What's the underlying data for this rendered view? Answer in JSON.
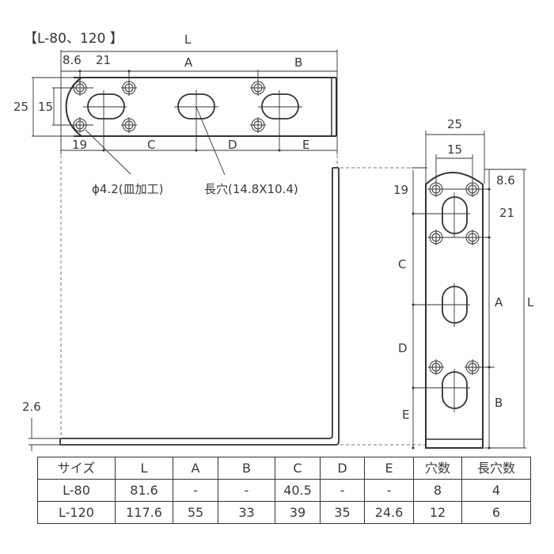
{
  "title": "【L-80、120 】",
  "top_view": {
    "dim_L": "L",
    "dim_8_6": "8.6",
    "dim_21": "21",
    "dim_A": "A",
    "dim_B": "B",
    "dim_25": "25",
    "dim_15": "15",
    "dim_19": "19",
    "dim_C": "C",
    "dim_D": "D",
    "dim_E": "E",
    "callout_hole": "ϕ4.2(皿加工)",
    "callout_slot": "長穴(14.8X10.4)"
  },
  "side_view": {
    "dim_25": "25",
    "dim_15": "15",
    "dim_19": "19",
    "dim_8_6": "8.6",
    "dim_21": "21",
    "dim_C": "C",
    "dim_A": "A",
    "dim_L": "L",
    "dim_D": "D",
    "dim_B": "B",
    "dim_E": "E"
  },
  "thickness_label": "2.6",
  "colors": {
    "line": "#333333",
    "dim_line": "#555555",
    "text": "#3a3a3a",
    "background": "#ffffff"
  },
  "spec_table": {
    "headers": [
      "サイズ",
      "L",
      "A",
      "B",
      "C",
      "D",
      "E",
      "穴数",
      "長穴数"
    ],
    "rows": [
      [
        "L-80",
        "81.6",
        "-",
        "-",
        "40.5",
        "-",
        "-",
        "8",
        "4"
      ],
      [
        "L-120",
        "117.6",
        "55",
        "33",
        "39",
        "35",
        "24.6",
        "12",
        "6"
      ]
    ]
  }
}
